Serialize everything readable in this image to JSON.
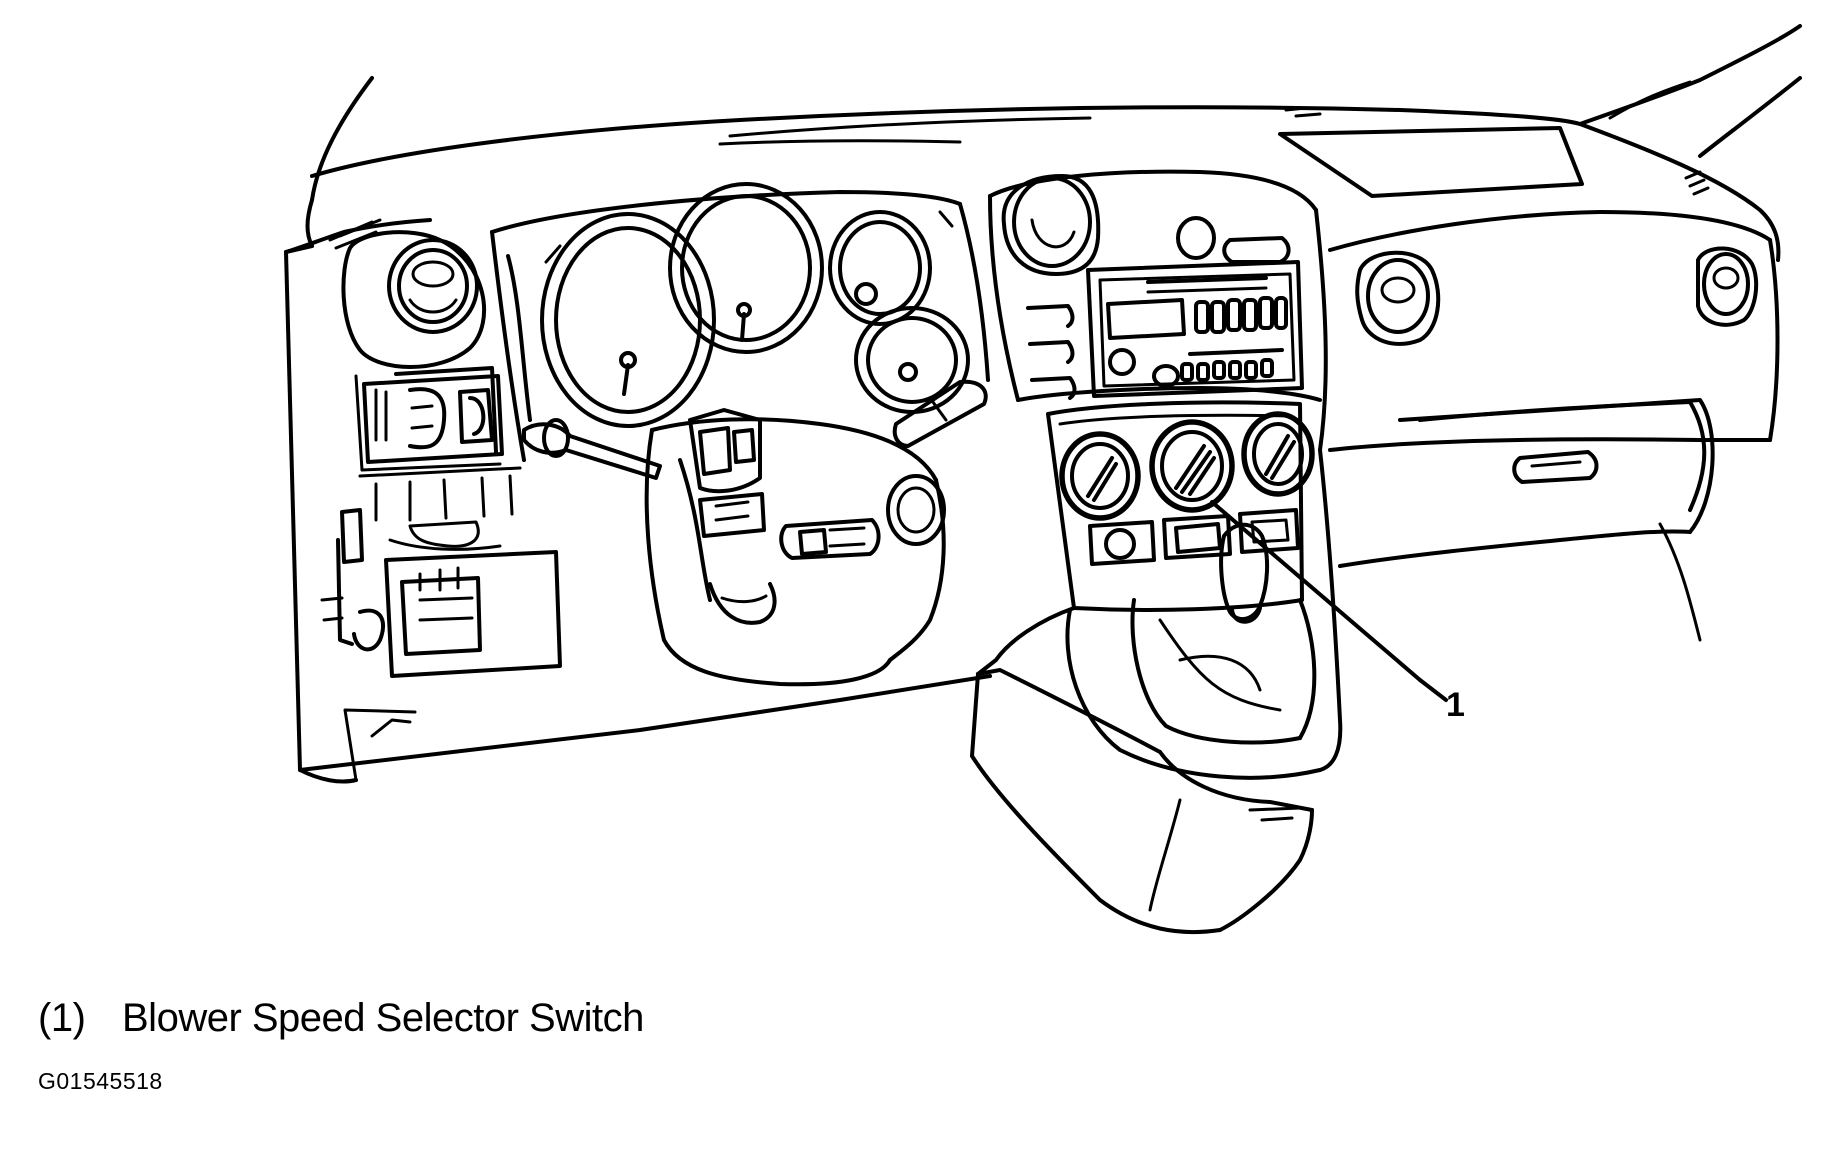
{
  "callouts": [
    {
      "number": "1",
      "label": "Blower Speed Selector Switch"
    }
  ],
  "caption": {
    "number": "(1)",
    "text": "Blower Speed Selector Switch"
  },
  "figure_id": "G01545518"
}
